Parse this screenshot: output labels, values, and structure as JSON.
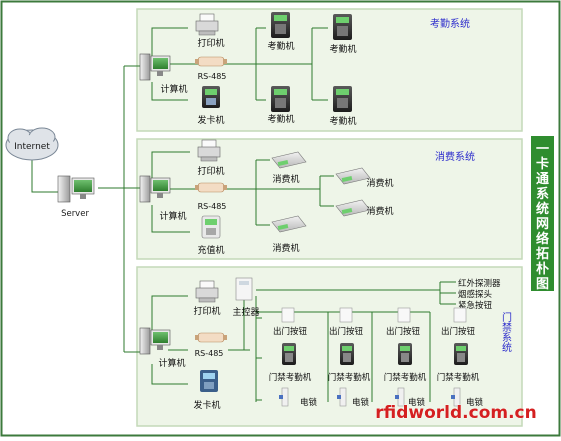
{
  "vertical_title": "一卡通系统网络拓朴图",
  "watermark": "rfidworld.com.cn",
  "colors": {
    "border": "#3c7a3c",
    "panel_bg": "#eef5e8",
    "panel_border": "#c4d9b8",
    "section_title": "#2b2bcc",
    "line": "#2e7a2e",
    "watermark": "#d42020",
    "title_bg": "#2f8d2f",
    "title_text": "#ffffff"
  },
  "network": {
    "internet_label": "Internet",
    "server_label": "Server"
  },
  "attendance": {
    "title": "考勤系统",
    "printer": "打印机",
    "rs485": "RS-485",
    "computer": "计算机",
    "card_issuer": "发卡机",
    "terminals": [
      "考勤机",
      "考勤机",
      "考勤机",
      "考勤机"
    ]
  },
  "consumption": {
    "title": "消费系统",
    "printer": "打印机",
    "rs485": "RS-485",
    "computer": "计算机",
    "recharger": "充值机",
    "terminals": [
      "消费机",
      "消费机",
      "消费机",
      "消费机"
    ]
  },
  "access": {
    "title": "门禁系统",
    "printer": "打印机",
    "rs485": "RS-485",
    "computer": "计算机",
    "card_issuer": "发卡机",
    "main_controller": "主控器",
    "sensors": [
      "红外探测器",
      "烟感探头",
      "紧急按钮"
    ],
    "units": [
      {
        "button": "出门按钮",
        "reader": "门禁考勤机",
        "lock": "电锁"
      },
      {
        "button": "出门按钮",
        "reader": "门禁考勤机",
        "lock": "电锁"
      },
      {
        "button": "出门按钮",
        "reader": "门禁考勤机",
        "lock": "电锁"
      },
      {
        "button": "出门按钮",
        "reader": "门禁考勤机",
        "lock": "电锁"
      }
    ]
  }
}
